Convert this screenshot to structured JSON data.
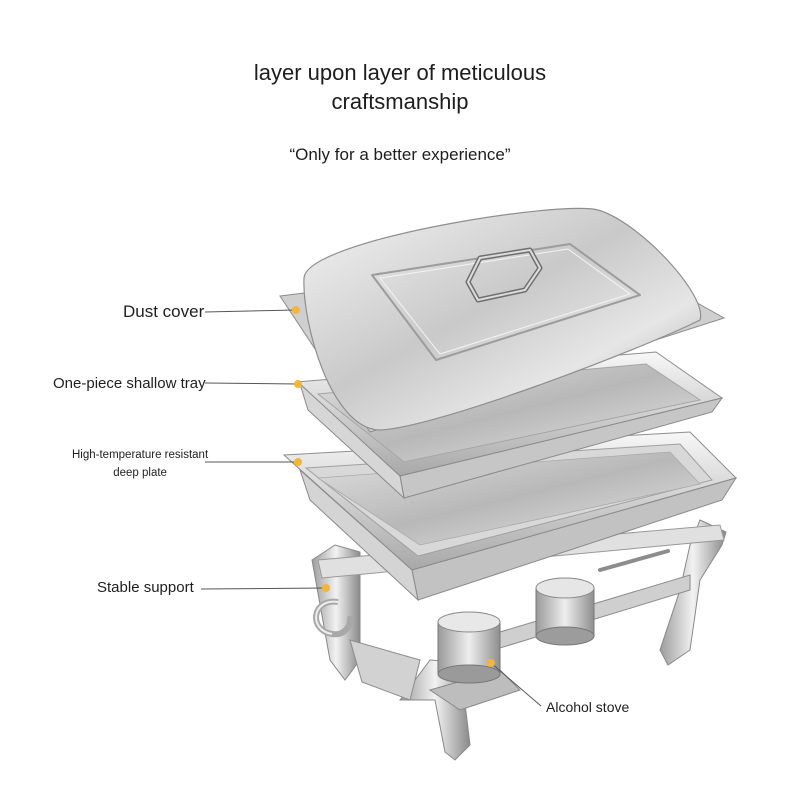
{
  "header": {
    "title_line1": "layer upon layer of meticulous",
    "title_line2": "craftsmanship",
    "subtitle": "“Only for a better experience”"
  },
  "callouts": {
    "dust_cover": "Dust cover",
    "shallow_tray": "One-piece shallow tray",
    "deep_plate_line1": "High-temperature resistant",
    "deep_plate_line2": "deep plate",
    "stable_support": "Stable support",
    "alcohol_stove": "Alcohol stove"
  },
  "colors": {
    "dot": "#f2b63a",
    "line": "#555555",
    "steel_light": "#e8e8e8",
    "steel_mid": "#c4c4c4",
    "steel_dark": "#8f8f8f"
  }
}
